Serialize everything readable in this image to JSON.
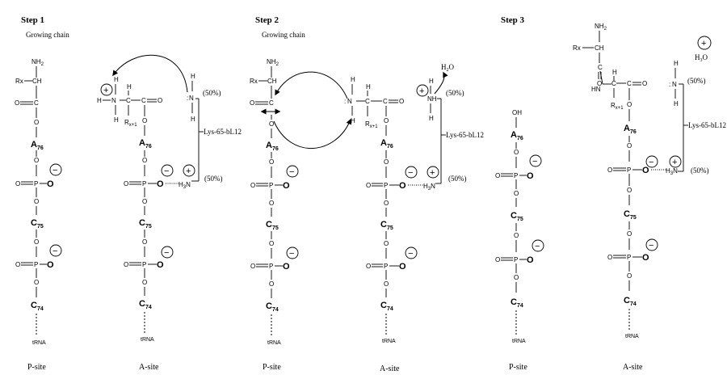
{
  "steps": {
    "s1": "Step 1",
    "s2": "Step 2",
    "s3": "Step 3"
  },
  "labels": {
    "growing_chain": "Growing chain",
    "p_site": "P-site",
    "a_site": "A-site",
    "trna": "tRNA",
    "lys": "Lys-65-bL12",
    "pct50": "(50%)",
    "water": "H",
    "water_sub": "2",
    "water_o": "O",
    "hydronium": "H",
    "hydronium_sub": "3",
    "hydronium_o": "O"
  },
  "atoms": {
    "a76": "A",
    "a76_sub": "76",
    "c75": "C",
    "c75_sub": "75",
    "c74": "C",
    "c74_sub": "74",
    "rx": "Rx",
    "rx1": "R",
    "rx1_sub": "x+1",
    "nh2": "NH",
    "nh2_sub": "2",
    "ch": "CH",
    "c": "C",
    "o": "O",
    "p": "P",
    "n": "N",
    "h": "H",
    "hn": "HN",
    "oh": "OH",
    "nh": "NH",
    "h3n": "H",
    "h3n_sub": "3",
    "h3n_n": "N"
  },
  "charges": {
    "minus": "−",
    "plus": "+"
  }
}
